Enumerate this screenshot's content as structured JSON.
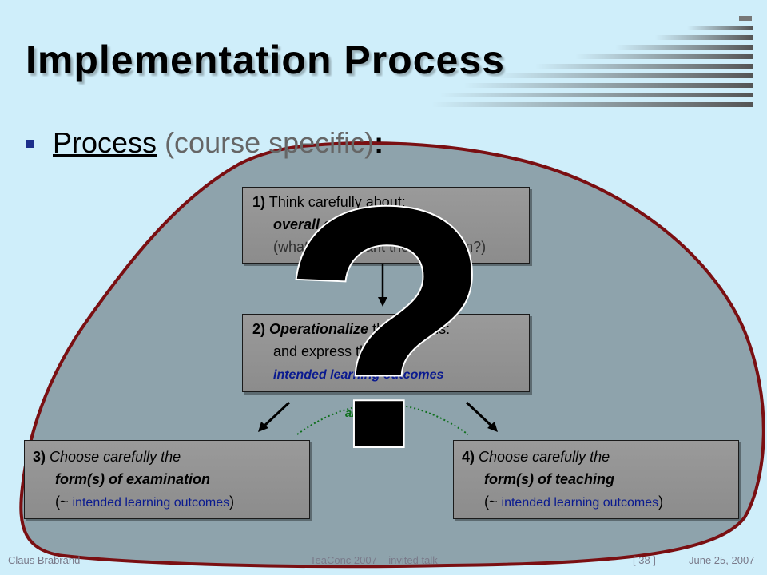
{
  "slide": {
    "title": "Implementation Process",
    "bullet": {
      "keyword": "Process",
      "qualifier": "(course specific)",
      "colon": ":"
    },
    "boxes": {
      "step1": {
        "number": "1)",
        "line1": "Think carefully about:",
        "line2": "overall goal of course",
        "line3": "(what do we want them to learn?)"
      },
      "step2": {
        "number": "2)",
        "line1_italic": "Operationalize",
        "line1_rest": "these goals:",
        "line2": "and express them as",
        "line3": "intended learning outcomes"
      },
      "step3": {
        "number": "3)",
        "line1": "Choose carefully the",
        "line2": "form(s) of examination",
        "line3_open": "(~",
        "line3_mid": "intended learning outcomes",
        "line3_close": ")"
      },
      "step4": {
        "number": "4)",
        "line1": "Choose carefully the",
        "line2": "form(s) of teaching",
        "line3_open": "(~",
        "line3_mid": "intended learning outcomes",
        "line3_close": ")"
      }
    },
    "question_mark": "?",
    "alignment_label": "alignment",
    "footer": {
      "author": "Claus Brabrand",
      "talk": "TeaConc 2007 – invited talk",
      "page": "[ 38 ]",
      "date": "June 25, 2007"
    },
    "colors": {
      "background": "#cfeefa",
      "blob_fill": "#8ea3ac",
      "blob_outline": "#7a0f12",
      "bullet": "#1c2e8a",
      "outcomes_text": "#0a1a8f",
      "alignment": "#0f6f1d"
    }
  }
}
